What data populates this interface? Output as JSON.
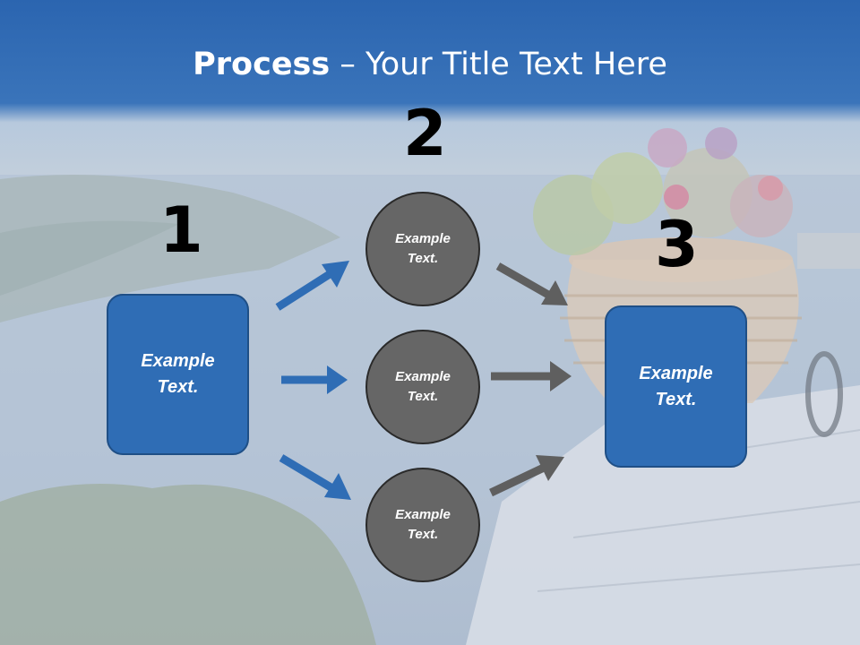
{
  "title": {
    "bold_part": "Process",
    "separator": " – ",
    "rest": "Your Title Text Here"
  },
  "steps": {
    "step1": {
      "number": "1",
      "label": "Example\nText."
    },
    "step2": {
      "number": "2",
      "circles": [
        {
          "label": "Example\nText."
        },
        {
          "label": "Example\nText."
        },
        {
          "label": "Example\nText."
        }
      ]
    },
    "step3": {
      "number": "3",
      "label": "Example\nText."
    }
  },
  "colors": {
    "box_fill": "#2f6db5",
    "circle_fill": "#666666",
    "blue_arrow": "#2f6db5",
    "gray_arrow": "#5f5f5f",
    "header_band": "#2e6db3"
  }
}
